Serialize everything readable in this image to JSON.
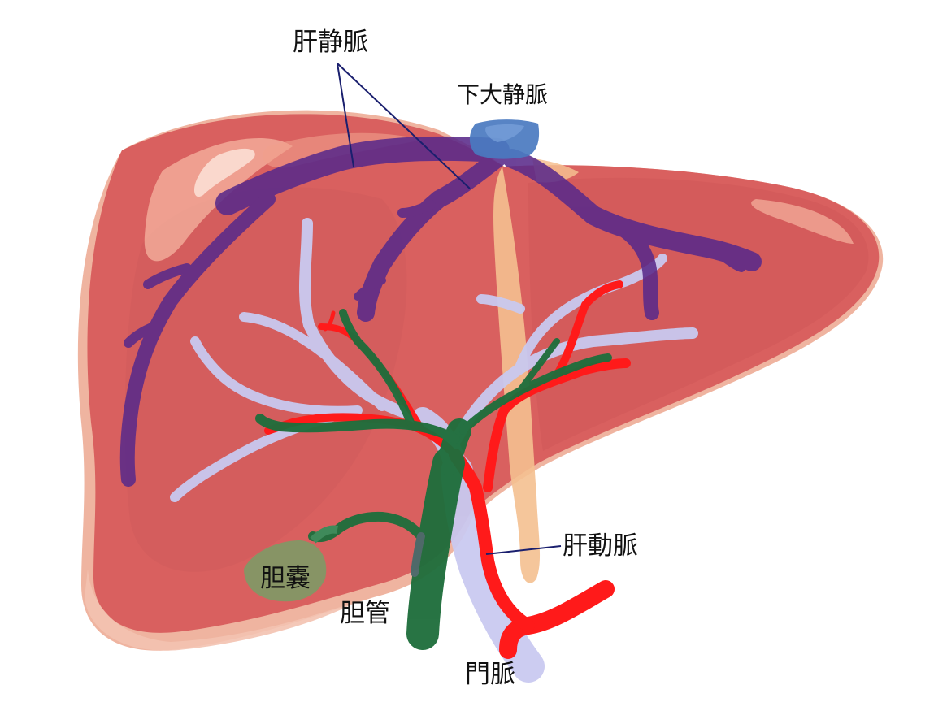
{
  "diagram": {
    "subject": "liver-anatomy",
    "labels": {
      "hepatic_vein": "肝静脈",
      "inferior_vena_cava": "下大静脈",
      "hepatic_artery": "肝動脈",
      "gallbladder": "胆嚢",
      "bile_duct": "胆管",
      "portal_vein": "門脈"
    },
    "colors": {
      "liver": "#d9605f",
      "liver_highlight": "#f0a08c",
      "liver_rim": "#efb4a0",
      "hepatic_vein": "#5a2a8a",
      "inferior_vena_cava": "#4a7ac0",
      "hepatic_artery": "#ff1a1a",
      "bile_duct": "#1f6e3c",
      "portal_vein": "#c9c9f0",
      "gallbladder": "#7d9a66",
      "ligament": "#f4c090",
      "leader_line": "#1a1f6e"
    }
  }
}
